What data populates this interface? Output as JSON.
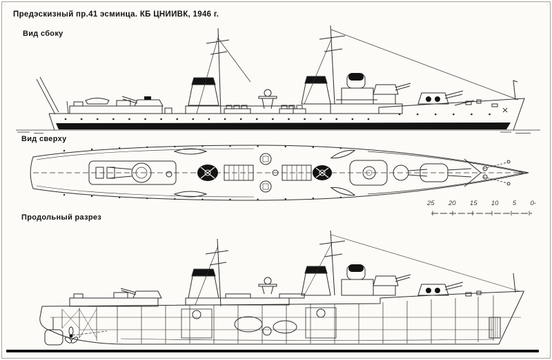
{
  "page": {
    "title": "Предэскизный пр.41 эсминца. КБ ЦНИИВК, 1946 г.",
    "paper_color": "#fcfbf7",
    "ink_color": "#2b2b2b"
  },
  "views": {
    "side": {
      "label": "Вид сбоку"
    },
    "top": {
      "label": "Вид сверху"
    },
    "section": {
      "label": "Продольный разрез"
    }
  },
  "scale_bar": {
    "ticks": [
      "25",
      "20",
      "15",
      "10",
      "5",
      "0-"
    ]
  }
}
